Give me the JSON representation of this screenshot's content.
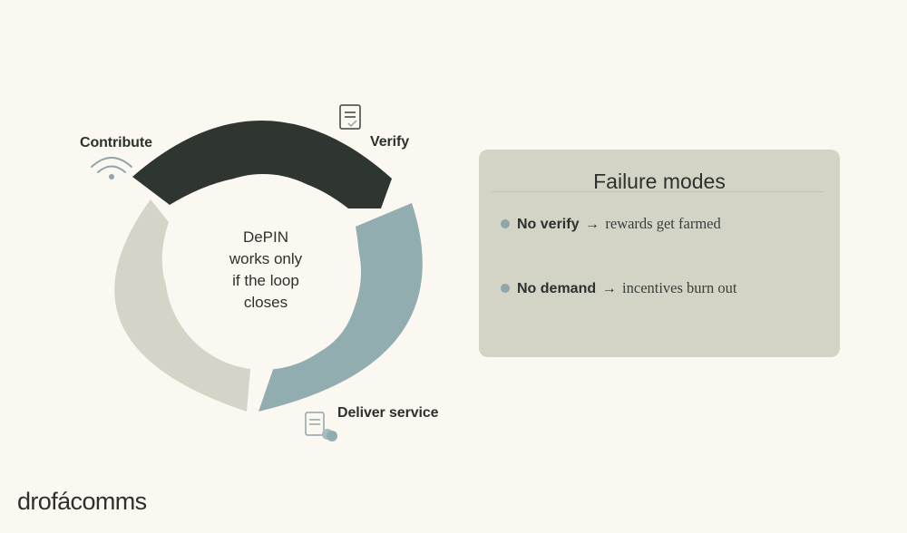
{
  "cycle": {
    "center_lines": [
      "DePIN",
      "works only",
      "if the loop",
      "closes"
    ],
    "stages": [
      {
        "label": "Contribute",
        "icon": "wifi-icon"
      },
      {
        "label": "Verify",
        "icon": "checklist-document-icon"
      },
      {
        "label": "Deliver service",
        "icon": "document-coins-icon"
      }
    ]
  },
  "panel": {
    "title": "Failure modes",
    "items": [
      {
        "head": "No verify",
        "arrow": "→",
        "desc": "rewards get farmed"
      },
      {
        "head": "No demand",
        "arrow": "→",
        "desc": "incentives burn out"
      }
    ]
  },
  "brand": {
    "logo": "drofácomms"
  },
  "colors": {
    "background": "#fbf8f1",
    "verify_segment": "#2f3530",
    "deliver_segment": "#91adb0",
    "contribute_segment": "#d5d4c8",
    "panel": "#d3d3c6",
    "bullet": "#8fa6a9"
  }
}
